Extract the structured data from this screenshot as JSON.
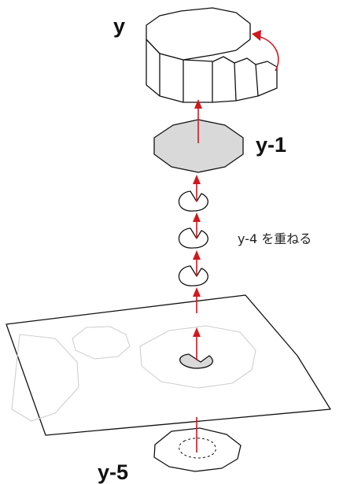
{
  "labels": {
    "y": "y",
    "y1": "y-1",
    "y4_note": "y-4 を重ねる",
    "y5": "y-5"
  },
  "colors": {
    "arrow": "#d0191e",
    "disc_fill": "#d9d9d9",
    "outline": "#111111",
    "faint_outline": "#cfcfcf"
  },
  "stacked_piece_count": 4
}
